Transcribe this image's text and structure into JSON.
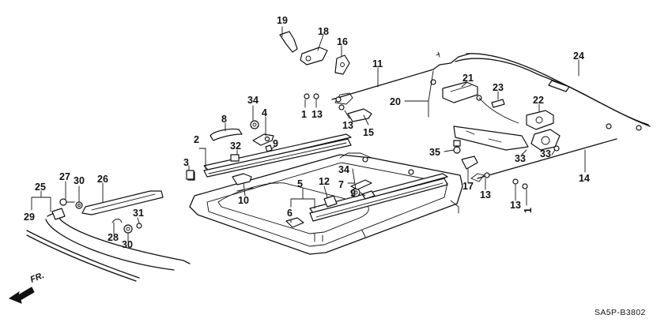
{
  "diagram": {
    "code": "SA5P-B3802",
    "direction_label": "FR.",
    "callouts": [
      "1",
      "2",
      "3",
      "4",
      "5",
      "6",
      "7",
      "8",
      "9",
      "10",
      "11",
      "12",
      "13",
      "14",
      "15",
      "16",
      "17",
      "18",
      "19",
      "20",
      "21",
      "22",
      "23",
      "24",
      "25",
      "26",
      "27",
      "28",
      "29",
      "30",
      "31",
      "32",
      "33",
      "34",
      "35"
    ]
  }
}
